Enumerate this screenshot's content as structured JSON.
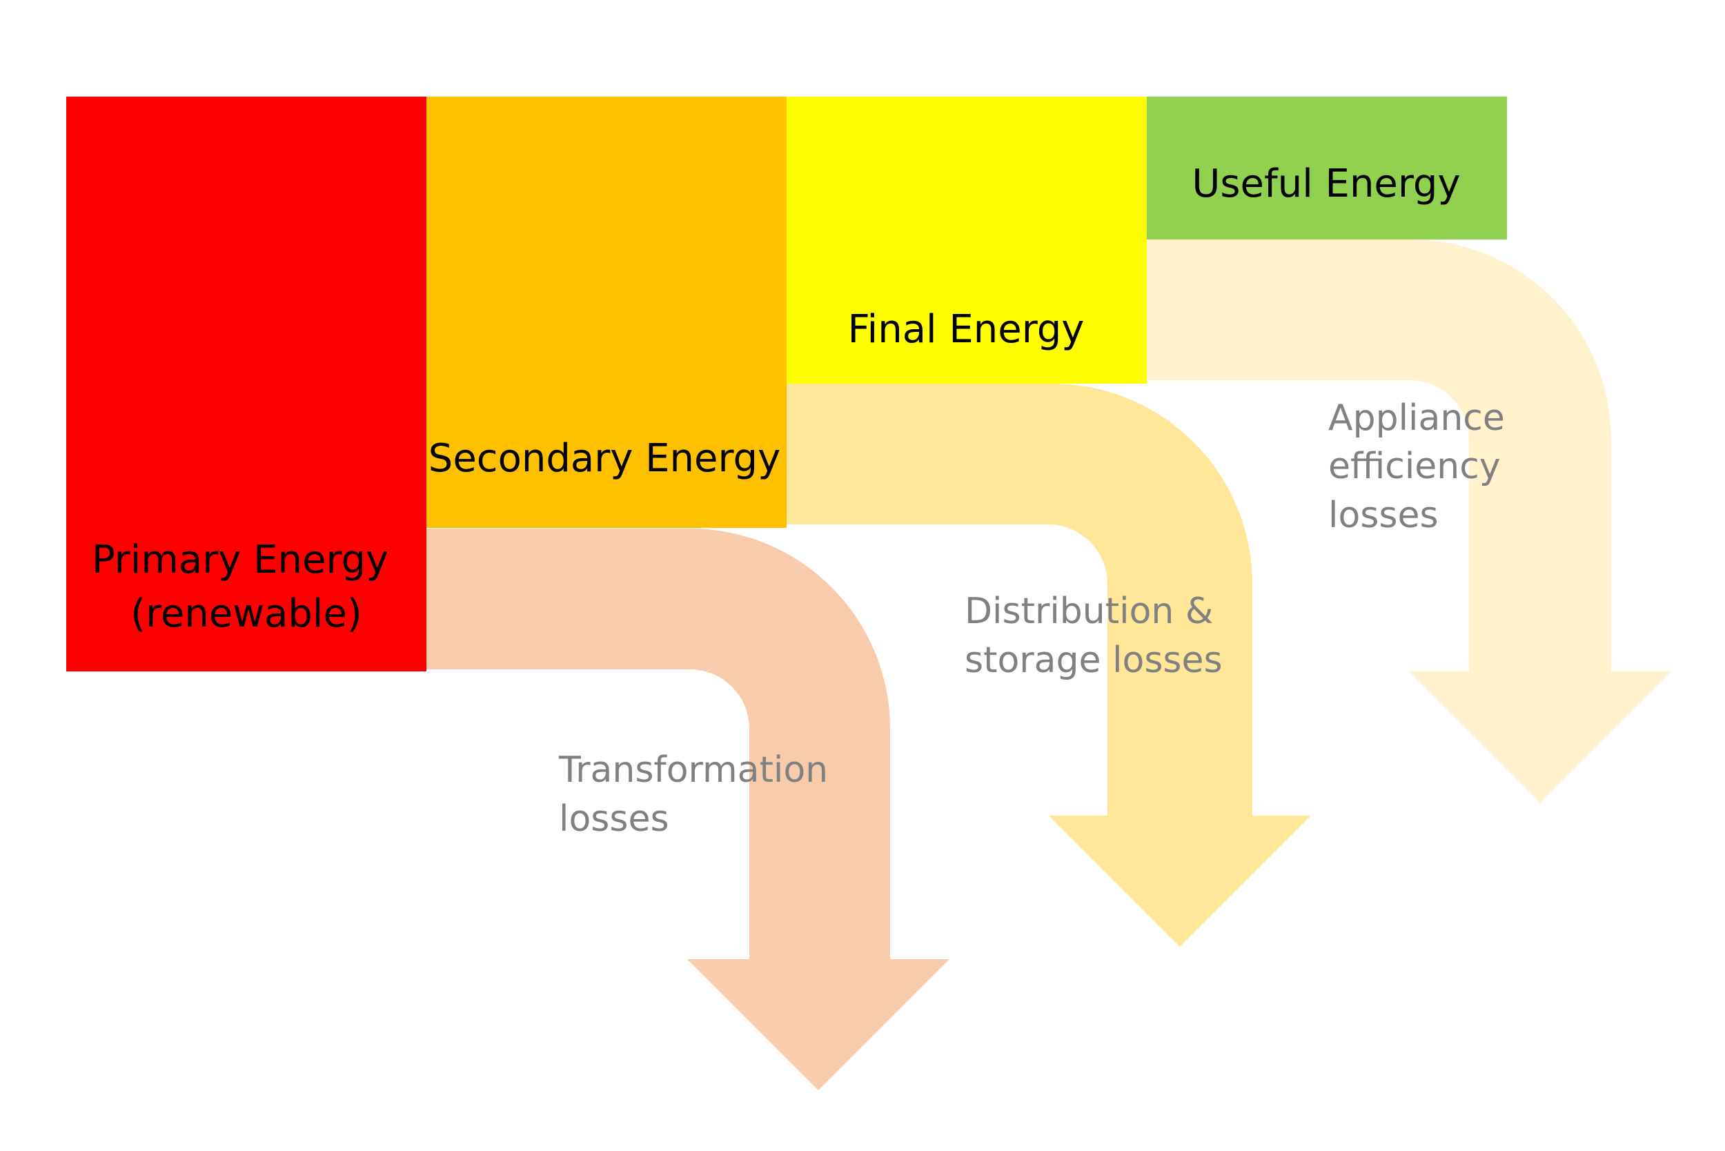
{
  "stages": [
    {
      "id": "primary",
      "lines": [
        "Primary Energy",
        "(renewable)"
      ],
      "color": "#ff0000"
    },
    {
      "id": "secondary",
      "lines": [
        "Secondary Energy"
      ],
      "color": "#ffc000"
    },
    {
      "id": "final",
      "lines": [
        "Final Energy"
      ],
      "color": "#ffff00"
    },
    {
      "id": "useful",
      "lines": [
        "Useful Energy"
      ],
      "color": "#92d050"
    }
  ],
  "losses": [
    {
      "id": "transformation",
      "lines": [
        "Transformation",
        "losses"
      ],
      "color": "#f8cbad"
    },
    {
      "id": "distribution",
      "lines": [
        "Distribution &",
        "storage losses"
      ],
      "color": "#ffe699"
    },
    {
      "id": "appliance",
      "lines": [
        "Appliance",
        "efficiency",
        "losses"
      ],
      "color": "#fff2cc"
    }
  ]
}
